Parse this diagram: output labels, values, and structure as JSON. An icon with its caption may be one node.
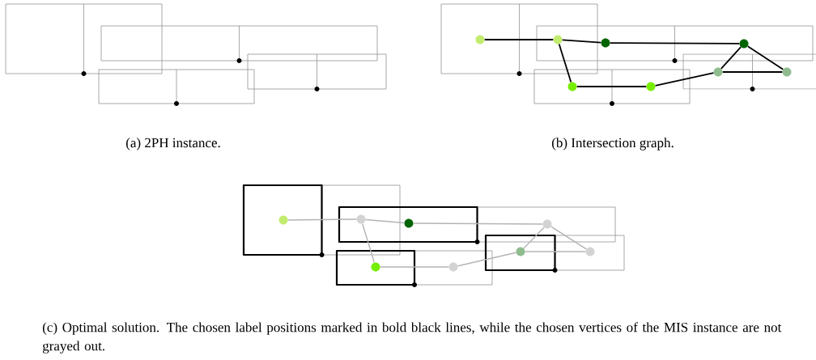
{
  "diagram": {
    "nodes": [
      {
        "text": [],
        "shape": "circle"
      },
      {
        "text": [],
        "shape": "circle"
      },
      {
        "text": [],
        "shape": "circle"
      },
      {
        "text": [],
        "shape": "circle"
      },
      {
        "text": [],
        "shape": "circle"
      },
      {
        "text": [],
        "shape": "circle"
      },
      {
        "text": [],
        "shape": "circle"
      },
      {
        "text": [],
        "shape": "circle"
      },
      {
        "text": [],
        "shape": "circle"
      },
      {
        "text": [],
        "shape": "circle"
      },
      {
        "text": [],
        "shape": "circle"
      },
      {
        "text": [],
        "shape": "circle"
      },
      {
        "text": [],
        "shape": "circle"
      },
      {
        "text": [],
        "shape": "circle"
      },
      {
        "text": [],
        "shape": "circle"
      },
      {
        "text": [],
        "shape": "circle"
      }
    ],
    "edges": [
      {
        "from": 0,
        "to": 1,
        "arrow": "none"
      },
      {
        "from": 1,
        "to": 2,
        "arrow": "none"
      },
      {
        "from": 2,
        "to": 3,
        "arrow": "none"
      },
      {
        "from": 1,
        "to": 4,
        "arrow": "none"
      },
      {
        "from": 4,
        "to": 5,
        "arrow": "none"
      },
      {
        "from": 5,
        "to": 6,
        "arrow": "none"
      },
      {
        "from": 6,
        "to": 3,
        "arrow": "none"
      },
      {
        "from": 3,
        "to": 7,
        "arrow": "none"
      },
      {
        "from": 6,
        "to": 7,
        "arrow": "none"
      },
      {
        "from": 8,
        "to": 9,
        "arrow": "none",
        "color": "#b4b4b4"
      },
      {
        "from": 9,
        "to": 10,
        "arrow": "none",
        "color": "#b4b4b4"
      },
      {
        "from": 10,
        "to": 11,
        "arrow": "none",
        "color": "#b4b4b4"
      },
      {
        "from": 9,
        "to": 12,
        "arrow": "none",
        "color": "#b4b4b4"
      },
      {
        "from": 12,
        "to": 13,
        "arrow": "none",
        "color": "#b4b4b4"
      },
      {
        "from": 13,
        "to": 14,
        "arrow": "none",
        "color": "#b4b4b4"
      },
      {
        "from": 14,
        "to": 11,
        "arrow": "none",
        "color": "#b4b4b4"
      },
      {
        "from": 11,
        "to": 15,
        "arrow": "none",
        "color": "#b4b4b4"
      },
      {
        "from": 14,
        "to": 15,
        "arrow": "none",
        "color": "#b4b4b4"
      }
    ],
    "labels": [
      "(a) 2PH instance.",
      "(b) Intersection graph.",
      "(c) Optimal solution. The chosen label positions marked in bold black lines, while the chosen vertices of the MIS instance are not grayed out."
    ]
  }
}
